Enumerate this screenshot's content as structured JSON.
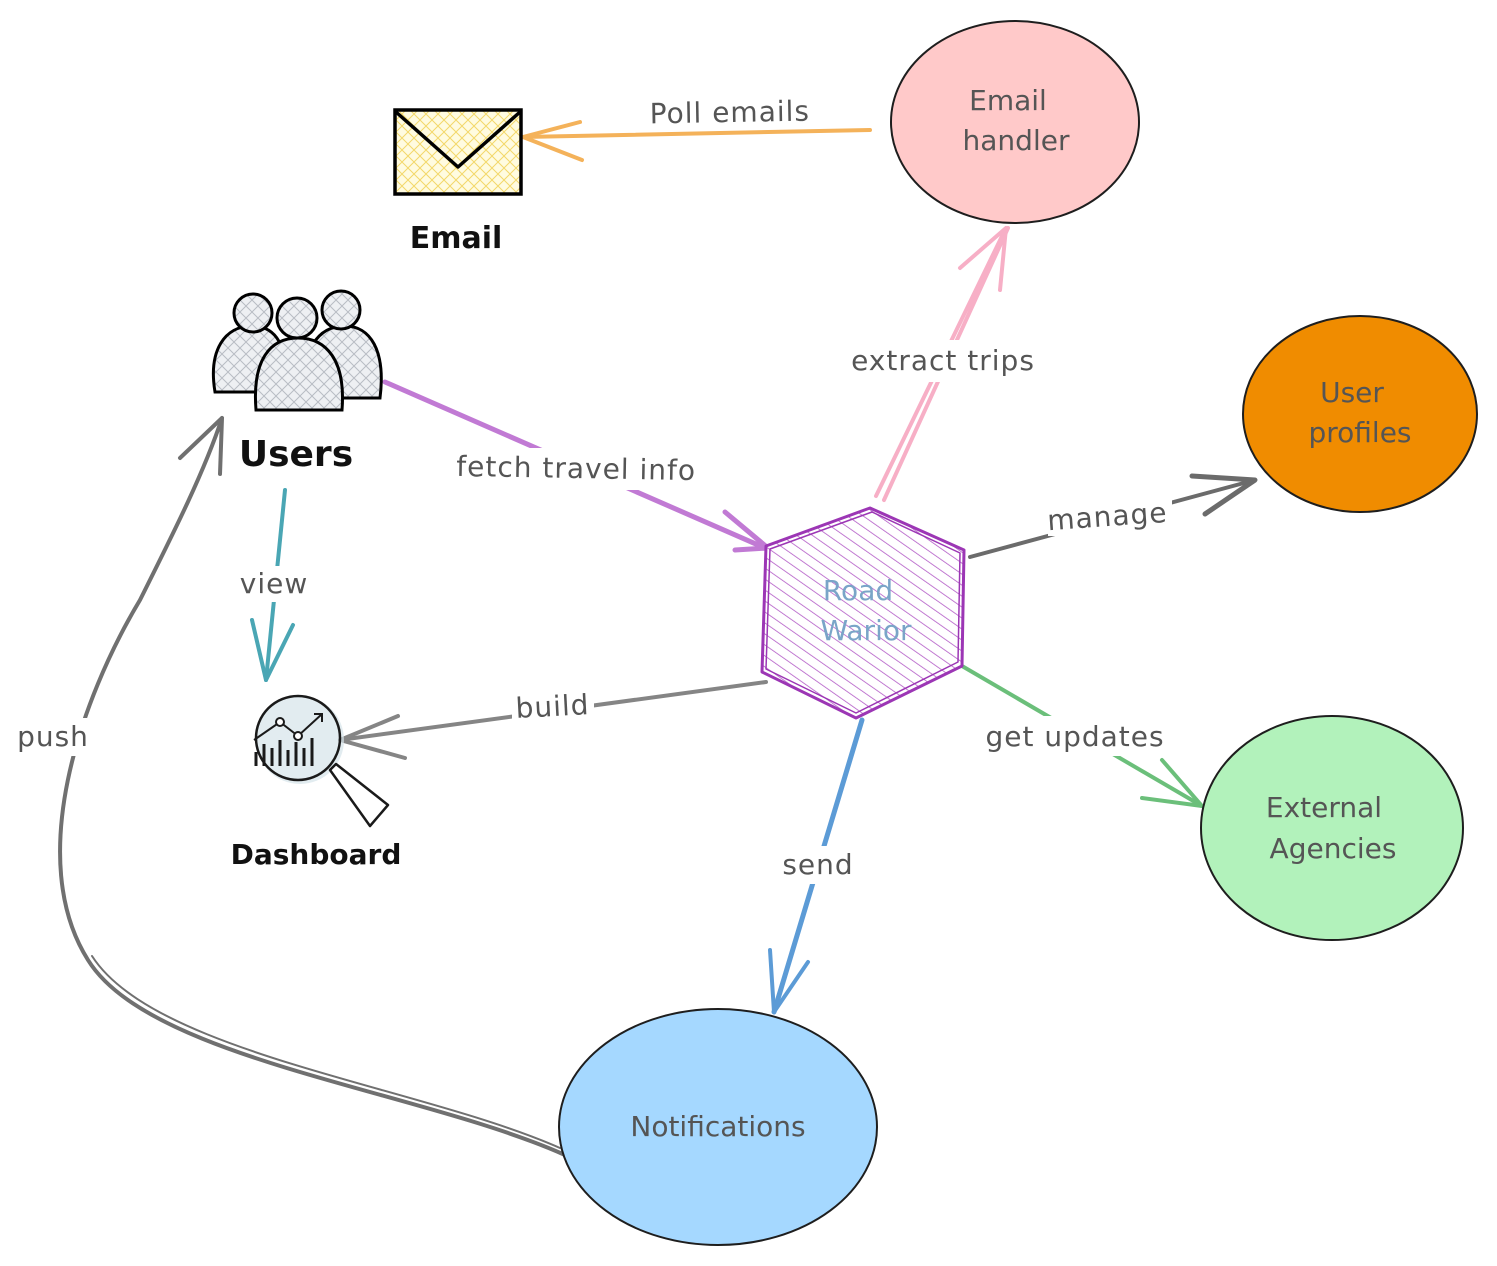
{
  "colors": {
    "email_handler_fill": "#ffc9c9",
    "user_profiles_fill": "#f08c00",
    "external_agencies_fill": "#b2f2bb",
    "notifications_fill": "#a5d8ff",
    "road_warior_stroke": "#9c36b5",
    "road_warior_text": "#7aa5c8",
    "arrow_poll": "#f4b25a",
    "arrow_extract": "#f7afc6",
    "arrow_fetch": "#c17ad4",
    "arrow_view": "#4aa6b4",
    "arrow_manage": "#6b6b6b",
    "arrow_updates": "#6bbf7a",
    "arrow_send": "#5c9bd6",
    "arrow_build": "#858585",
    "arrow_push": "#707070",
    "envelope_fill": "#fff4b8"
  },
  "icons": {
    "email": "envelope-icon",
    "users": "users-group-icon",
    "dashboard": "dashboard-magnifier-icon"
  },
  "nodes": {
    "email_handler": {
      "line1": "Email",
      "line2": "handler"
    },
    "user_profiles": {
      "line1": "User",
      "line2": "profiles"
    },
    "external_agencies": {
      "line1": "External",
      "line2": "Agencies"
    },
    "notifications": {
      "label": "Notifications"
    },
    "road_warior": {
      "line1": "Road",
      "line2": "Warior"
    },
    "email": {
      "label": "Email"
    },
    "users": {
      "label": "Users"
    },
    "dashboard": {
      "label": "Dashboard"
    }
  },
  "edges": {
    "poll": "Poll emails",
    "extract": "extract trips",
    "fetch": "fetch travel info",
    "view": "view",
    "manage": "manage",
    "updates": "get updates",
    "send": "send",
    "build": "build",
    "push": "push"
  }
}
